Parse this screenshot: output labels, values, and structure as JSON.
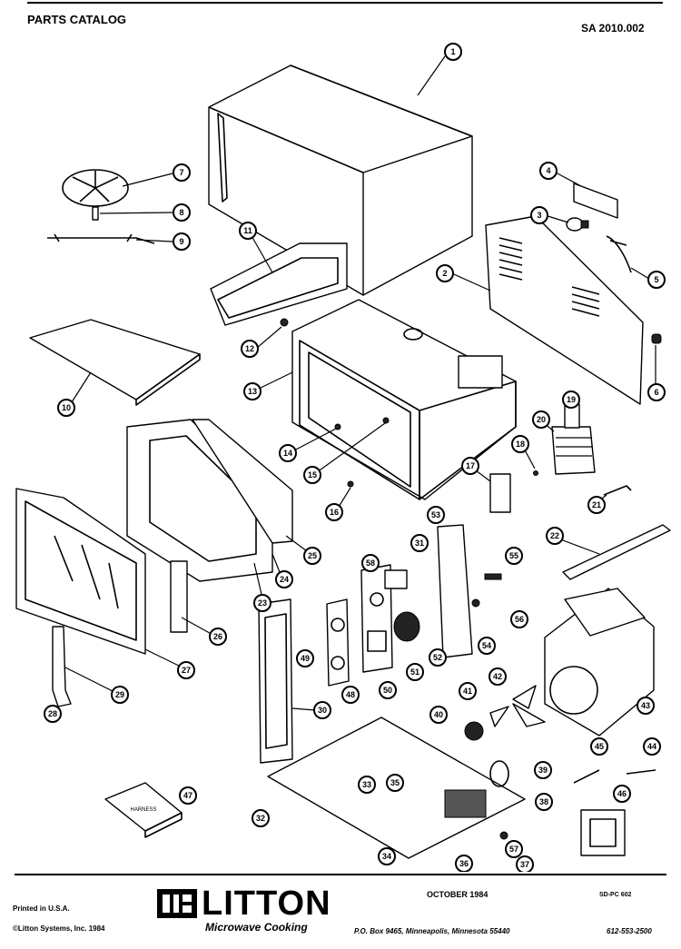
{
  "header": {
    "title": "PARTS CATALOG",
    "code": "SA 2010.002"
  },
  "footer": {
    "printed": "Printed in U.S.A.",
    "copyright": "©Litton Systems, Inc. 1984",
    "brand": "LITTON",
    "brand_sub": "Microwave Cooking",
    "date": "OCTOBER 1984",
    "doc_code": "SD-PC 602",
    "address": "P.O. Box 9465, Minneapolis, Minnesota 55440",
    "phone": "612-553-2500"
  },
  "callouts": [
    "1",
    "2",
    "3",
    "4",
    "5",
    "6",
    "7",
    "8",
    "9",
    "10",
    "11",
    "12",
    "13",
    "14",
    "15",
    "16",
    "17",
    "18",
    "19",
    "20",
    "21",
    "22",
    "23",
    "24",
    "25",
    "26",
    "27",
    "28",
    "29",
    "30",
    "31",
    "32",
    "33",
    "34",
    "35",
    "36",
    "37",
    "38",
    "39",
    "40",
    "41",
    "42",
    "43",
    "44",
    "45",
    "46",
    "47",
    "48",
    "49",
    "50",
    "51",
    "52",
    "53",
    "54",
    "55",
    "56",
    "57",
    "58"
  ],
  "icons": {
    "logo": "litton-logo-mark"
  }
}
